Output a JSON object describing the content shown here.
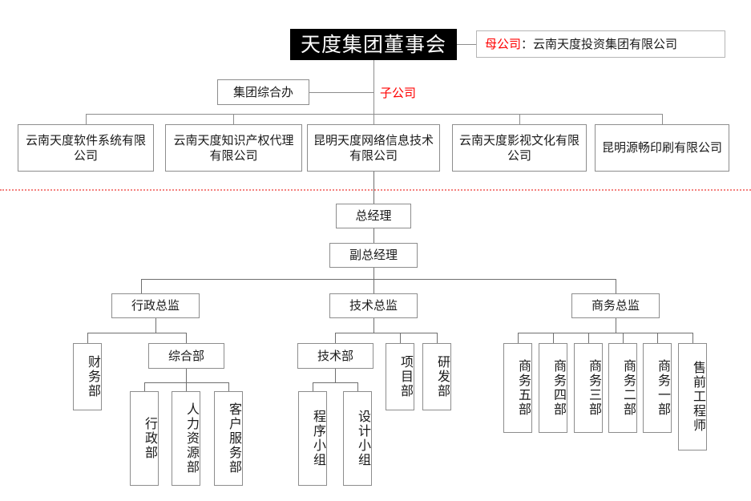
{
  "meta": {
    "title": "天度集团组织架构图",
    "colors": {
      "root_bg": "#000000",
      "root_text": "#ffffff",
      "box_border": "#8d8d8d",
      "accent_red": "#ff0000",
      "divider_red": "#f4827f",
      "page_bg": "#ffffff"
    }
  },
  "root": {
    "label": "天度集团董事会"
  },
  "legend": {
    "parent_company": {
      "tag": "母公司",
      "separator": "：",
      "name": "云南天度投资集团有限公司"
    },
    "subsidiary_tag": "子公司"
  },
  "group_office": {
    "label": "集团综合办"
  },
  "subsidiaries": [
    {
      "label": "云南天度软件系统有限公司"
    },
    {
      "label": "云南天度知识产权代理有限公司"
    },
    {
      "label": "昆明天度网络信息技术有限公司"
    },
    {
      "label": "云南天度影视文化有限公司"
    },
    {
      "label": "昆明源畅印刷有限公司"
    }
  ],
  "management": {
    "general_manager": {
      "label": "总经理"
    },
    "deputy_general_manager": {
      "label": "副总经理"
    }
  },
  "directors": [
    {
      "label": "行政总监"
    },
    {
      "label": "技术总监"
    },
    {
      "label": "商务总监"
    }
  ],
  "admin_branch": {
    "finance": {
      "label": "财务部"
    },
    "general_dept": {
      "label": "综合部"
    },
    "general_dept_children": [
      {
        "label": "行政部"
      },
      {
        "label": "人力资源部"
      },
      {
        "label": "客户服务部"
      }
    ]
  },
  "tech_branch": {
    "tech_dept": {
      "label": "技术部"
    },
    "tech_dept_children": [
      {
        "label": "程序小组"
      },
      {
        "label": "设计小组"
      }
    ],
    "siblings": [
      {
        "label": "项目部"
      },
      {
        "label": "研发部"
      }
    ]
  },
  "business_branch": {
    "units": [
      {
        "label": "商务五部"
      },
      {
        "label": "商务四部"
      },
      {
        "label": "商务三部"
      },
      {
        "label": "商务二部"
      },
      {
        "label": "商务一部"
      },
      {
        "label": "售前工程师"
      }
    ]
  }
}
